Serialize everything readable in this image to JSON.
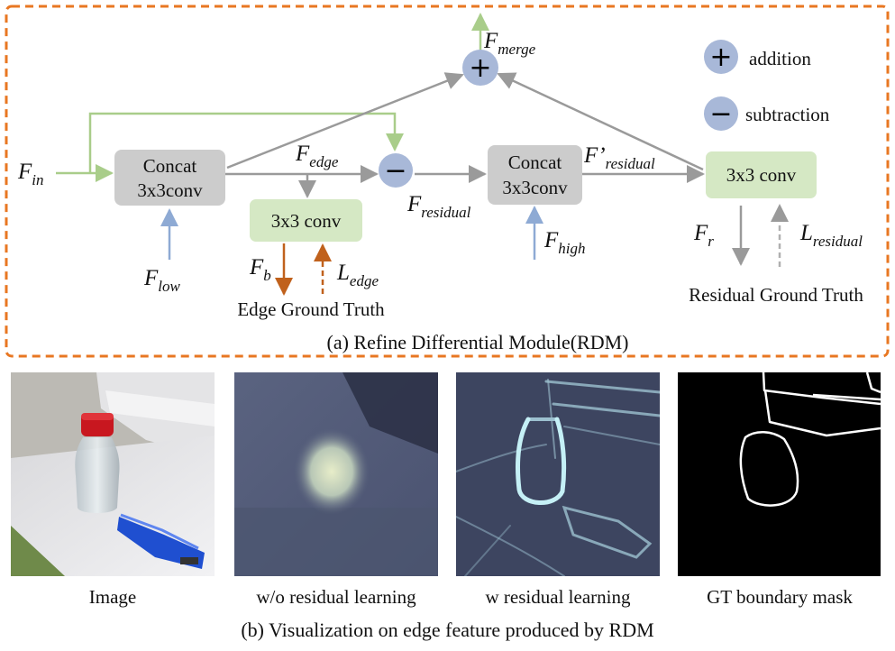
{
  "module": {
    "caption": "(a) Refine Differential Module(RDM)",
    "nodes": {
      "concat1_line1": "Concat",
      "concat1_line2": "3x3conv",
      "concat2_line1": "Concat",
      "concat2_line2": "3x3conv",
      "conv_edge": "3x3 conv",
      "conv_residual": "3x3 conv"
    },
    "operators": {
      "add_symbol": "+",
      "sub_symbol": "−"
    },
    "legend": {
      "addition": "addition",
      "subtraction": "subtraction"
    },
    "labels": {
      "f_in_base": "F",
      "f_in_sub": "in",
      "f_low_base": "F",
      "f_low_sub": "low",
      "f_edge_base": "F",
      "f_edge_sub": "edge",
      "f_merge_base": "F",
      "f_merge_sub": "merge",
      "f_residual_base": "F",
      "f_residual_sub": "residual",
      "f_prime_residual_base": "F’",
      "f_prime_residual_sub": "residual",
      "f_high_base": "F",
      "f_high_sub": "high",
      "f_b_base": "F",
      "f_b_sub": "b",
      "l_edge_base": "L",
      "l_edge_sub": "edge",
      "f_r_base": "F",
      "f_r_sub": "r",
      "l_residual_base": "L",
      "l_residual_sub": "residual",
      "edge_gt": "Edge Ground Truth",
      "residual_gt": "Residual Ground Truth"
    },
    "colors": {
      "frame": "#e87722",
      "gray_box": "#cccccc",
      "green_box": "#d5e8c4",
      "circle": "#a8b8d8",
      "arrow_gray": "#9a9a9a",
      "arrow_green": "#a9cd8a",
      "arrow_blue": "#8eaad4",
      "arrow_orange": "#c0611c"
    }
  },
  "visualization": {
    "captions": [
      "Image",
      "w/o residual learning",
      "w residual learning",
      "GT boundary mask"
    ],
    "caption": "(b) Visualization on edge feature produced by RDM"
  }
}
